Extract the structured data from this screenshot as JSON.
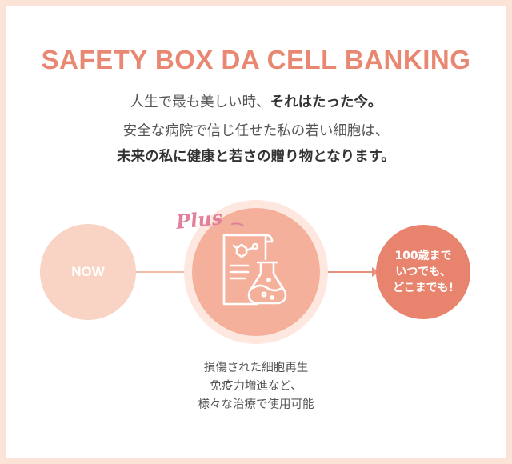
{
  "header": {
    "title": "SAFETY BOX DA CELL BANKING",
    "line1_normal": "人生で最も美しい時、",
    "line1_bold": "それはたった今。",
    "line2": "安全な病院で信じ任せた私の若い細胞は、",
    "line3": "未来の私に健康と若さの贈り物となります。"
  },
  "flow": {
    "now_label": "NOW",
    "plus_label": "Plus",
    "center_icon": "science-lab-icon",
    "goal_line1": "100歳まで",
    "goal_line2": "いつでも、",
    "goal_line3": "どこまでも!"
  },
  "description": {
    "line1": "損傷された細胞再生",
    "line2": "免疫力増進など、",
    "line3": "様々な治療で使用可能"
  },
  "colors": {
    "page_border": "#fbe3d8",
    "accent": "#e88873",
    "now_circle": "#f9d3c4",
    "center_circle": "#f4b09b",
    "goal_circle": "#e8836d",
    "plus_text": "#e0809a"
  }
}
